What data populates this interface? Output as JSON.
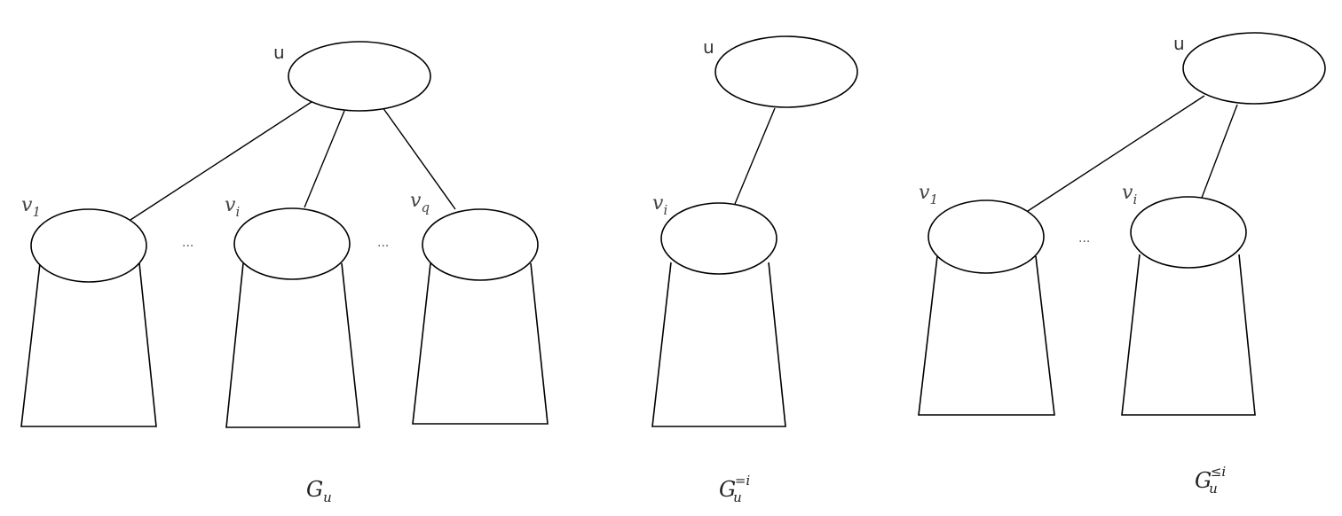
{
  "labels": {
    "root": "u",
    "v_letter": "v",
    "sub_1": "1",
    "sub_i": "i",
    "sub_q": "q",
    "dots": "...",
    "G": "G",
    "u_sub": "u",
    "eq_i": "=i",
    "le_i": "≤i"
  }
}
